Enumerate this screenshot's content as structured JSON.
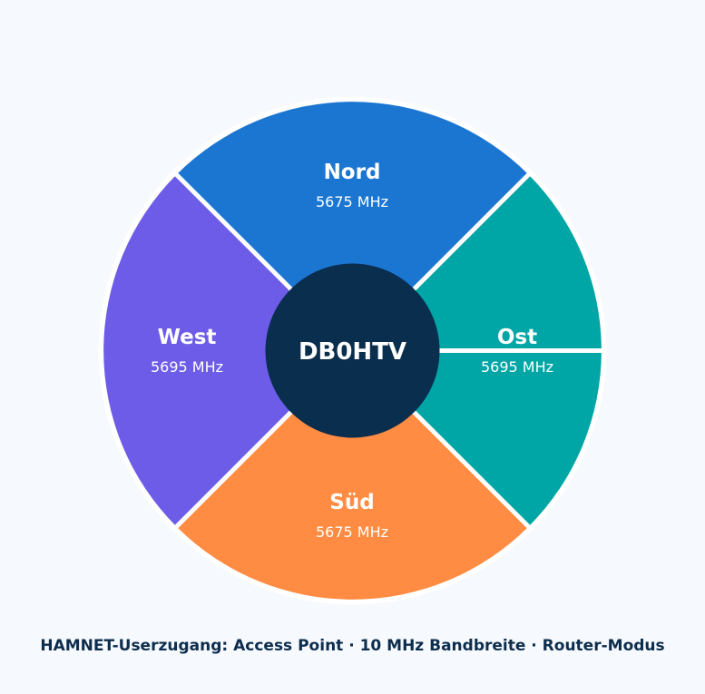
{
  "station": "DB0HTV",
  "caption": "HAMNET-Userzugang: Access Point · 10 MHz Bandbreite · Router-Modus",
  "sectors": [
    {
      "id": "nord",
      "name": "Nord",
      "frequency": "5675 MHz",
      "color": "#1b76d2"
    },
    {
      "id": "ost",
      "name": "Ost",
      "frequency": "5695 MHz",
      "color": "#00a5a5"
    },
    {
      "id": "sued",
      "name": "Süd",
      "frequency": "5675 MHz",
      "color": "#ff8c42"
    },
    {
      "id": "west",
      "name": "West",
      "frequency": "5695 MHz",
      "color": "#6c5ce7"
    }
  ],
  "colors": {
    "hub": "#0a2e4e",
    "separator": "#ffffff",
    "background": "#f6f9fd",
    "caption": "#0c2d4d"
  }
}
